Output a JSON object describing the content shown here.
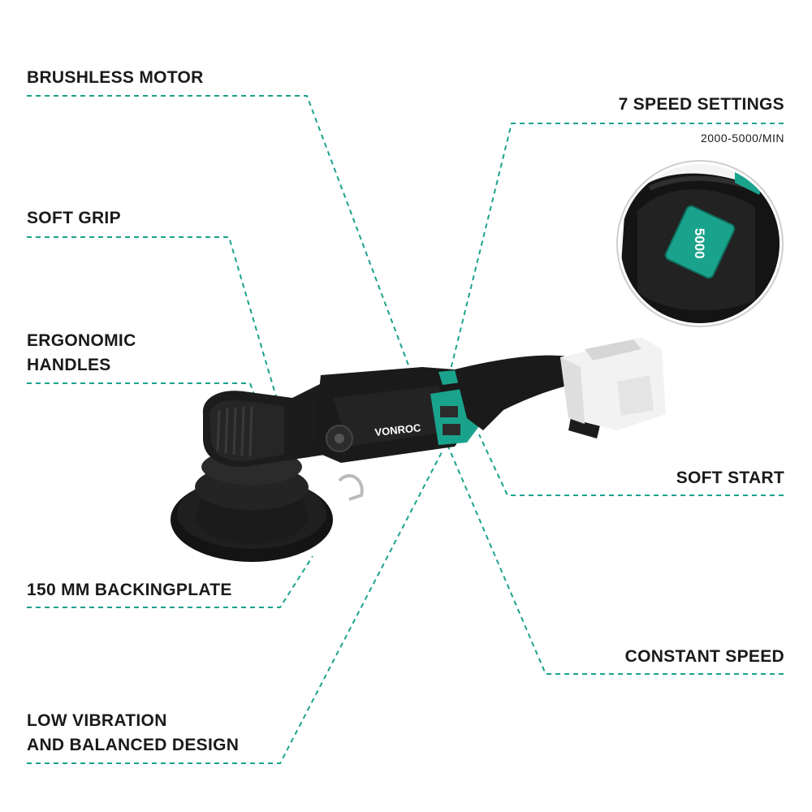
{
  "features": {
    "brushless_motor": "BRUSHLESS MOTOR",
    "soft_grip": "SOFT GRIP",
    "ergonomic_handles": [
      "ERGONOMIC",
      "HANDLES"
    ],
    "backingplate": "150 MM BACKINGPLATE",
    "low_vibration": [
      "LOW VIBRATION",
      "AND BALANCED DESIGN"
    ],
    "speed_settings": "7 SPEED SETTINGS",
    "speed_range": "2000-5000/MIN",
    "soft_start": "SOFT START",
    "constant_speed": "CONSTANT SPEED"
  },
  "product": {
    "brand": "VONROC",
    "speed_display": "5000"
  },
  "colors": {
    "accent": "#1aa38c",
    "tool_body": "#1c1c1c",
    "battery": "#f2f2f2"
  },
  "icons": {
    "speed_zoom": "magnifier-circle"
  }
}
